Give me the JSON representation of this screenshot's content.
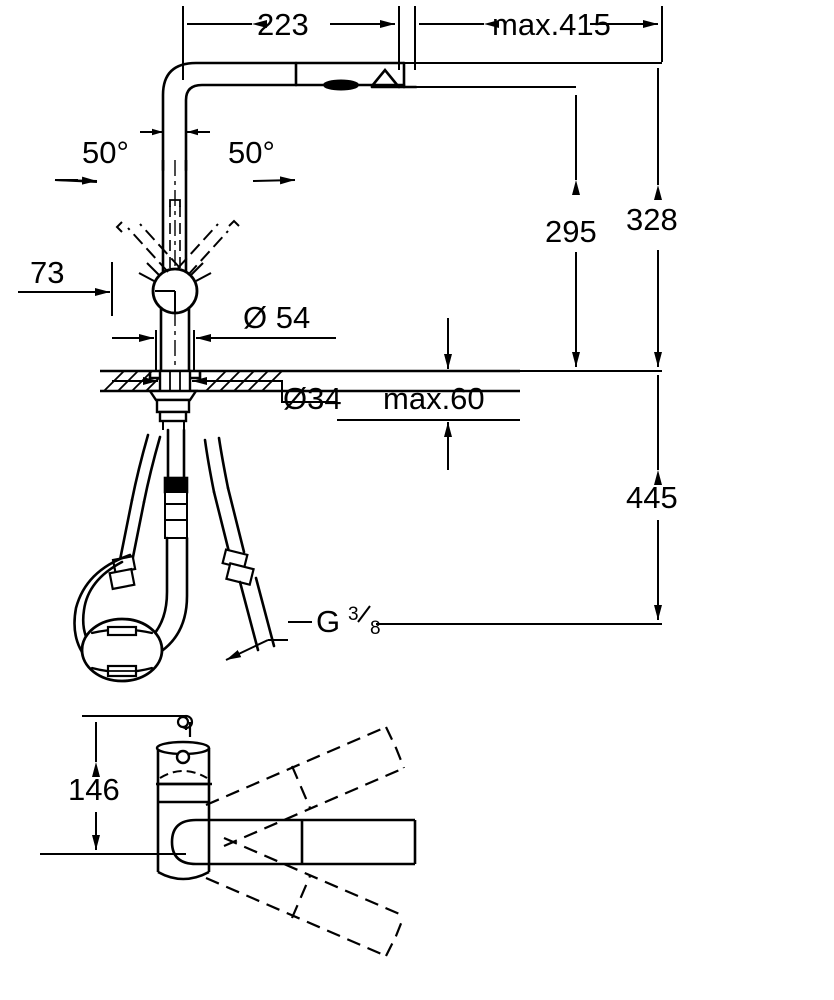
{
  "drawing": {
    "type": "technical-dimension-drawing",
    "subject": "Pull-out kitchen sink mixer tap (side elevation + plan view)",
    "units": "mm",
    "background_color": "#ffffff",
    "line_color": "#000000",
    "views": [
      {
        "id": "side-elevation",
        "label": ""
      },
      {
        "id": "plan-view",
        "label": ""
      }
    ]
  },
  "dimensions": {
    "spout_reach": {
      "value": "223",
      "orientation": "horizontal",
      "position": "top"
    },
    "max_pullout": {
      "value": "max.415",
      "orientation": "horizontal",
      "position": "top"
    },
    "swivel_left": {
      "value": "50°",
      "orientation": "angular",
      "position": "upper-left"
    },
    "swivel_right": {
      "value": "50°",
      "orientation": "angular",
      "position": "upper-right"
    },
    "handle_offset": {
      "value": "73",
      "orientation": "horizontal",
      "position": "left"
    },
    "body_diameter": {
      "value": "Ø 54",
      "orientation": "horizontal",
      "position": "middle-left"
    },
    "hole_diameter": {
      "value": "Ø34",
      "orientation": "horizontal",
      "position": "middle"
    },
    "max_deck_thickness": {
      "value": "max.60",
      "orientation": "vertical",
      "position": "middle-right"
    },
    "spout_height": {
      "value": "295",
      "orientation": "vertical",
      "position": "right"
    },
    "total_height": {
      "value": "328",
      "orientation": "vertical",
      "position": "far-right"
    },
    "hose_length": {
      "value": "445",
      "orientation": "vertical",
      "position": "far-right-lower"
    },
    "connection_thread": {
      "value": "G",
      "numerator": "3",
      "denominator": "8",
      "full": "G 3/8",
      "orientation": "leader",
      "position": "lower"
    },
    "handle_height_plan": {
      "value": "146",
      "orientation": "vertical",
      "position": "bottom-left"
    }
  },
  "labels": [
    "223",
    "max.415",
    "50°",
    "50°",
    "73",
    "Ø 54",
    "Ø34",
    "max.60",
    "295",
    "328",
    "445",
    "G",
    "3",
    "8",
    "146"
  ]
}
